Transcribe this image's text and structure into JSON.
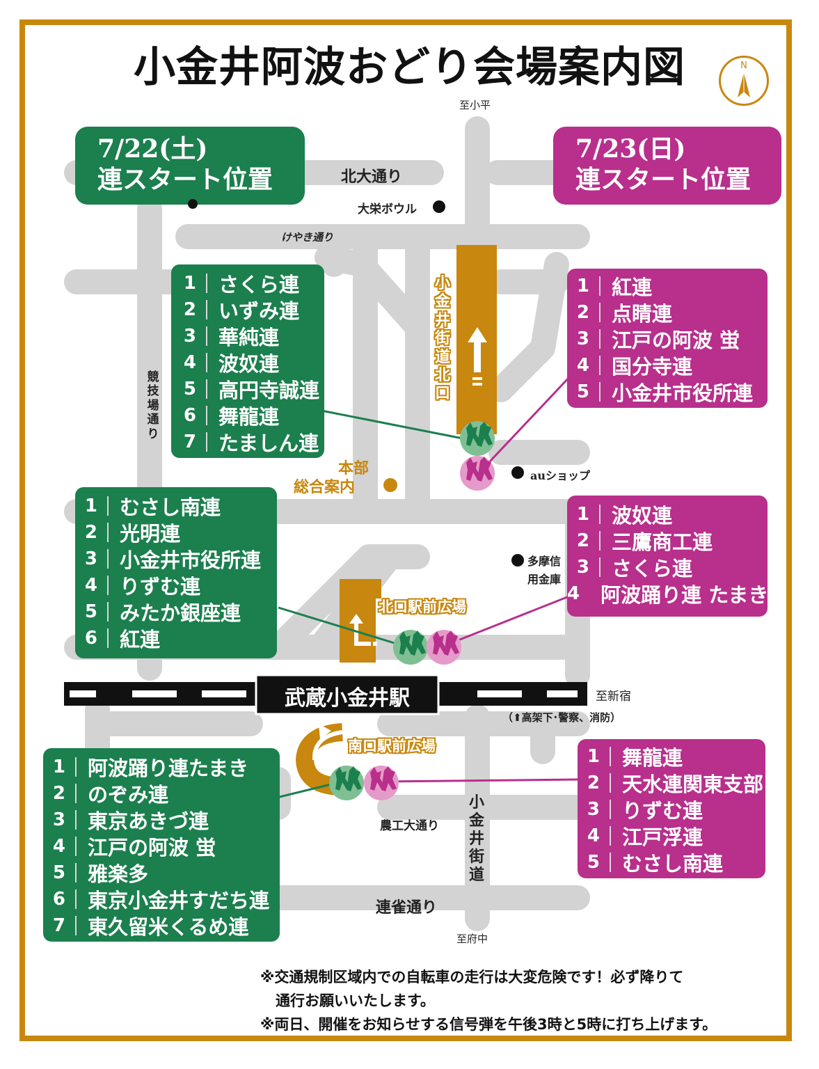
{
  "title": "小金井阿波おどり会場案内図",
  "compass_label": "N",
  "colors": {
    "gold": "#c8870e",
    "green": "#1b7f4e",
    "magenta": "#b82f8c",
    "road": "#d3d3d3"
  },
  "day1": {
    "header_line1": "7/22(土)",
    "header_line2": "連スタート位置",
    "groups": [
      {
        "items": [
          {
            "num": "1",
            "name": "さくら連"
          },
          {
            "num": "2",
            "name": "いずみ連"
          },
          {
            "num": "3",
            "name": "華純連"
          },
          {
            "num": "4",
            "name": "波奴連"
          },
          {
            "num": "5",
            "name": "高円寺誠連"
          },
          {
            "num": "6",
            "name": "舞龍連"
          },
          {
            "num": "7",
            "name": "たましん連"
          }
        ]
      },
      {
        "items": [
          {
            "num": "1",
            "name": "むさし南連"
          },
          {
            "num": "2",
            "name": "光明連"
          },
          {
            "num": "3",
            "name": "小金井市役所連"
          },
          {
            "num": "4",
            "name": "りずむ連"
          },
          {
            "num": "5",
            "name": "みたか銀座連"
          },
          {
            "num": "6",
            "name": "紅連"
          }
        ]
      },
      {
        "items": [
          {
            "num": "1",
            "name": "阿波踊り連たまき"
          },
          {
            "num": "2",
            "name": "のぞみ連"
          },
          {
            "num": "3",
            "name": "東京あきづ連"
          },
          {
            "num": "4",
            "name": "江戸の阿波 蛍"
          },
          {
            "num": "5",
            "name": "雅楽多"
          },
          {
            "num": "6",
            "name": "東京小金井すだち連"
          },
          {
            "num": "7",
            "name": "東久留米くるめ連"
          }
        ]
      }
    ]
  },
  "day2": {
    "header_line1": "7/23(日)",
    "header_line2": "連スタート位置",
    "groups": [
      {
        "items": [
          {
            "num": "1",
            "name": "紅連"
          },
          {
            "num": "2",
            "name": "点睛連"
          },
          {
            "num": "3",
            "name": "江戸の阿波 蛍"
          },
          {
            "num": "4",
            "name": "国分寺連"
          },
          {
            "num": "5",
            "name": "小金井市役所連"
          }
        ]
      },
      {
        "items": [
          {
            "num": "1",
            "name": "波奴連"
          },
          {
            "num": "2",
            "name": "三鷹商工連"
          },
          {
            "num": "3",
            "name": "さくら連"
          },
          {
            "num": "4",
            "name": "阿波踊り連 たまき"
          }
        ]
      },
      {
        "items": [
          {
            "num": "1",
            "name": "舞龍連"
          },
          {
            "num": "2",
            "name": "天水連関東支部"
          },
          {
            "num": "3",
            "name": "りずむ連"
          },
          {
            "num": "4",
            "name": "江戸浮連"
          },
          {
            "num": "5",
            "name": "むさし南連"
          }
        ]
      }
    ]
  },
  "labels": {
    "to_kodaira": "至小平",
    "to_fuchu": "至府中",
    "to_shinjuku": "至新宿",
    "kitaodori": "北大通り",
    "taiei_bowl": "大栄ボウル",
    "keyaki": "けやき通り",
    "kyogijo": "競技場通り",
    "kaido_north": "小金井街道北口",
    "hq_line1": "本部",
    "hq_line2": "総合案内",
    "au_shop": "auショップ",
    "tama_shinkin": "多摩信用金庫",
    "north_plaza": "北口駅前広場",
    "station": "武蔵小金井駅",
    "kouka": "（⬆高架下･警察、消防）",
    "south_plaza": "南口駅前広場",
    "noko": "農工大通り",
    "kaido": "小金井街道",
    "renjaku": "連雀通り"
  },
  "notes": [
    "※交通規制区域内での自転車の走行は大変危険です！必ず降りて",
    "通行お願いいたします。",
    "※両日、開催をお知らせする信号弾を午後3時と5時に打ち上げます。"
  ]
}
